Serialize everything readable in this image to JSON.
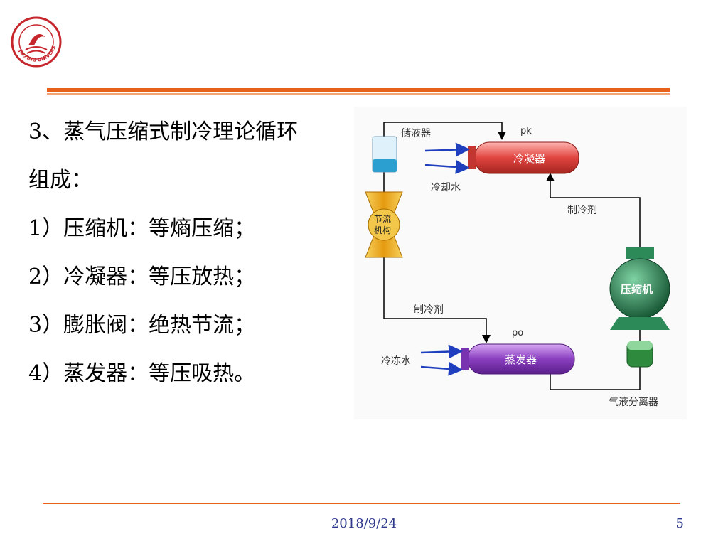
{
  "logo": {
    "text_arc": "JIAXING UNIVERSITY",
    "colors": {
      "ring": "#c7262c"
    }
  },
  "content": {
    "lines": [
      "3、蒸气压缩式制冷理论循环",
      "组成：",
      "1）压缩机：等熵压缩；",
      "2）冷凝器：等压放热；",
      "3）膨胀阀：绝热节流；",
      "4）蒸发器：等压吸热。"
    ]
  },
  "diagram": {
    "labels": {
      "receiver": "储液器",
      "pk": "pk",
      "condenser": "冷凝器",
      "cooling_water": "冷却水",
      "refrigerant_top": "制冷剂",
      "throttle_line1": "节流",
      "throttle_line2": "机构",
      "compressor": "压缩机",
      "refrigerant_bottom": "制冷剂",
      "po": "po",
      "chilled_water": "冷冻水",
      "evaporator": "蒸发器",
      "separator": "气液分离器"
    },
    "colors": {
      "condenser": "#e0443f",
      "evaporator": "#8a3fc0",
      "compressor": "#1f7a4a",
      "separator": "#2e8b3e",
      "receiver": "#7fc3e3",
      "throttle": "#f0b21d",
      "arrows": "#1f3fbf"
    }
  },
  "footer": {
    "date": "2018/9/24",
    "page": "5"
  }
}
